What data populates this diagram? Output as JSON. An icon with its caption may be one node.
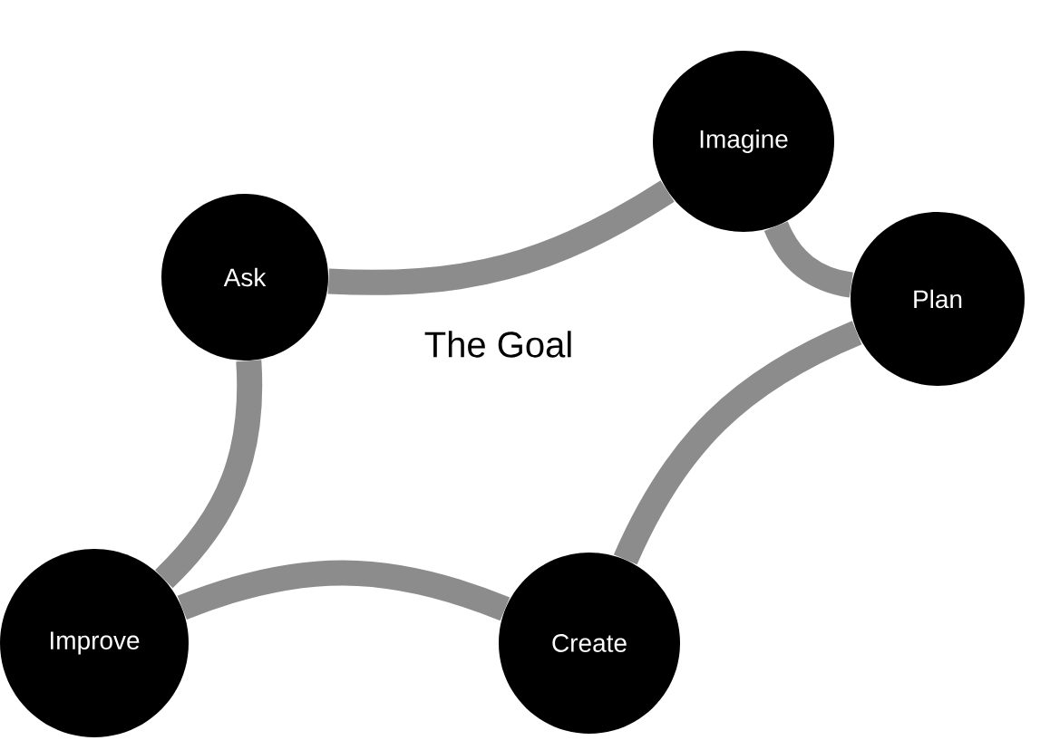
{
  "diagram": {
    "nodes": [
      {
        "text": [
          "Ask"
        ]
      },
      {
        "text": [
          "Imagine"
        ]
      },
      {
        "text": [
          "Plan"
        ]
      },
      {
        "text": [
          "Create"
        ]
      },
      {
        "text": [
          "Improve"
        ]
      }
    ],
    "edges": [
      {
        "from": 0,
        "to": 1,
        "arrow": "none"
      },
      {
        "from": 1,
        "to": 2,
        "arrow": "none"
      },
      {
        "from": 2,
        "to": 3,
        "arrow": "none"
      },
      {
        "from": 3,
        "to": 4,
        "arrow": "none"
      },
      {
        "from": 4,
        "to": 0,
        "arrow": "none"
      }
    ],
    "labels": [
      "The Goal"
    ]
  }
}
